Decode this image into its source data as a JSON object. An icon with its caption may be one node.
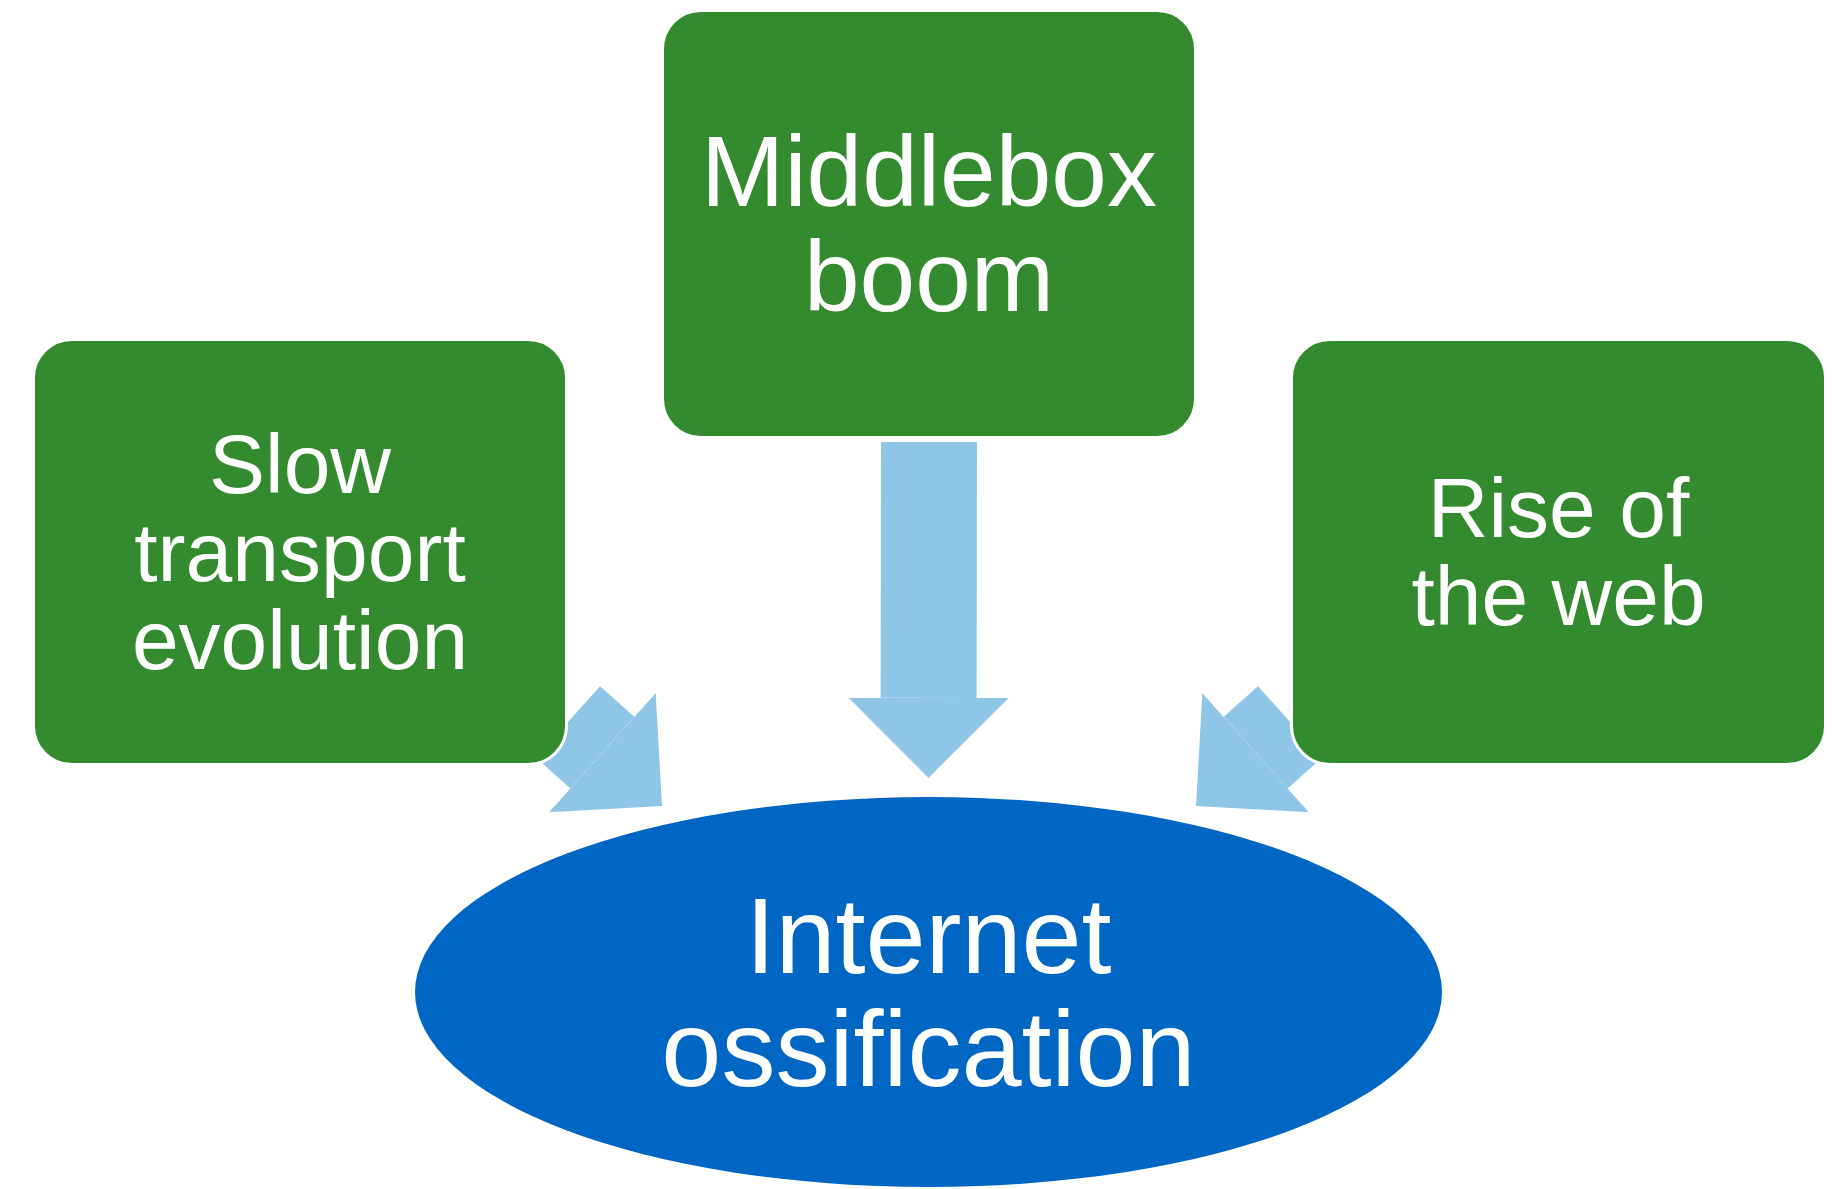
{
  "diagram": {
    "nodes": [
      {
        "text": [
          "Middlebox boom"
        ]
      },
      {
        "text": [
          "Slow transport evolution"
        ]
      },
      {
        "text": [
          "Rise of the web"
        ]
      },
      {
        "text": [
          "Internet ossification"
        ]
      }
    ],
    "edges": [
      {
        "from": 0,
        "to": 3,
        "arrow": "to"
      },
      {
        "from": 1,
        "to": 3,
        "arrow": "to"
      },
      {
        "from": 2,
        "to": 3,
        "arrow": "to"
      }
    ]
  }
}
